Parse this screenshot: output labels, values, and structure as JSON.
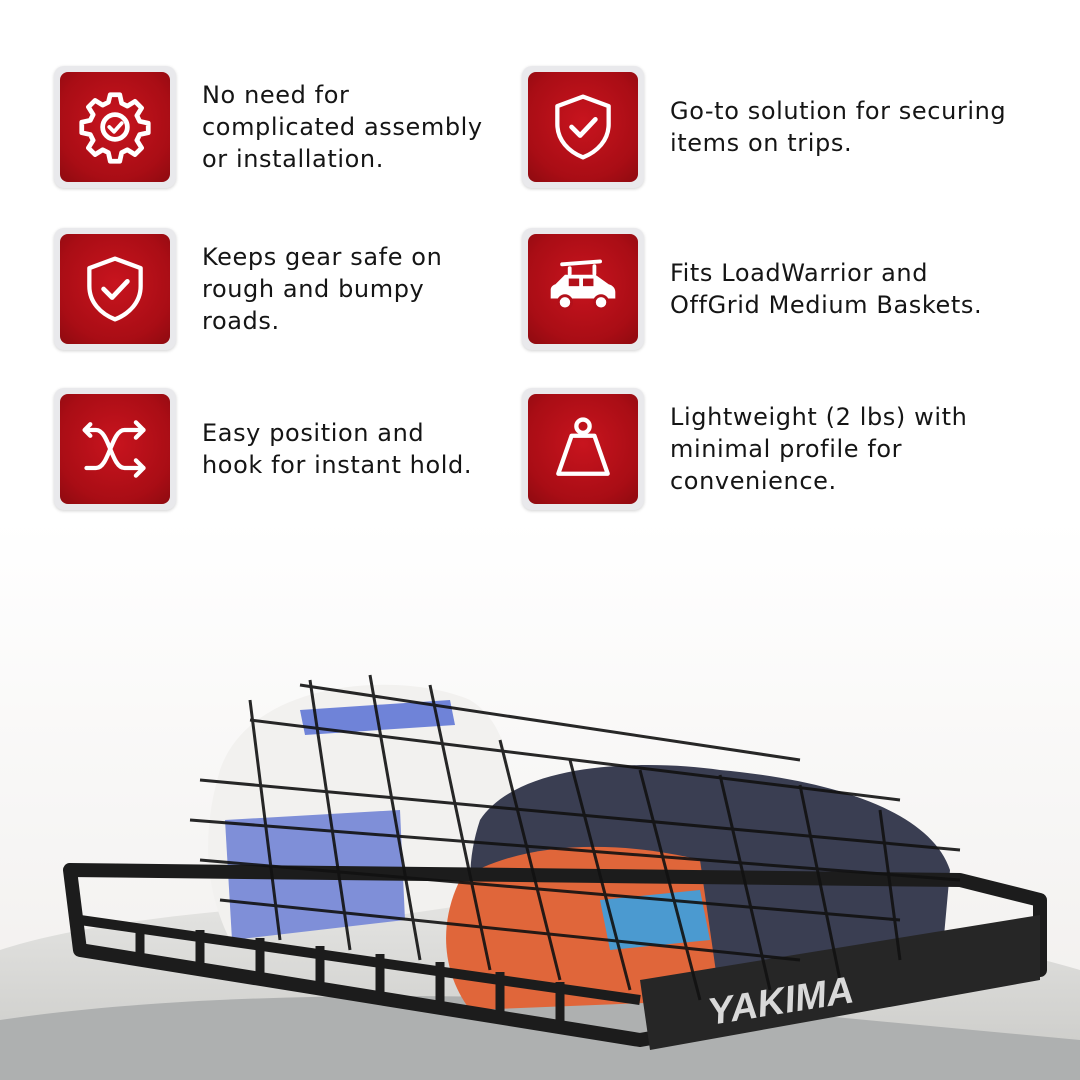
{
  "features": [
    {
      "icon": "gear-check-icon",
      "text": "No need for\ncomplicated assembly\nor installation."
    },
    {
      "icon": "shield-check-icon",
      "text": "Go-to solution for securing\nitems on trips."
    },
    {
      "icon": "shield-check-icon",
      "text": "Keeps gear safe on\nrough and bumpy\nroads."
    },
    {
      "icon": "car-roof-rack-icon",
      "text": "Fits LoadWarrior and\nOffGrid Medium Baskets."
    },
    {
      "icon": "crossing-arrows-icon",
      "text": "Easy position and\nhook for instant hold."
    },
    {
      "icon": "weight-icon",
      "text": "Lightweight (2 lbs) with\nminimal profile for\nconvenience."
    }
  ],
  "brand": {
    "logo_text": "YAKIMA"
  },
  "colors": {
    "accent": "#b3101a",
    "icon_tile": "#e9e9ec",
    "text": "#151515"
  }
}
